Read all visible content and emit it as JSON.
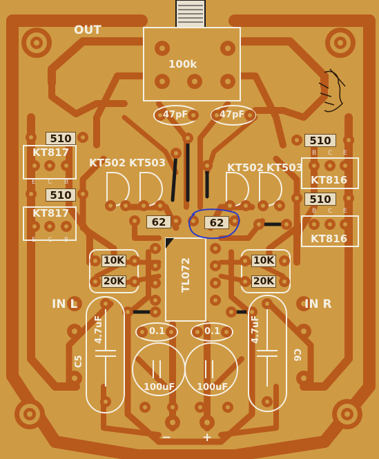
{
  "board": {
    "out_label": "OUT",
    "pot_label": "100k",
    "cap_top_left": "47pF",
    "cap_top_right": "47pF",
    "res_510_1": "510",
    "res_510_2": "510",
    "res_510_3": "510",
    "res_510_4": "510",
    "tr_left_top": "KT817",
    "tr_left_bottom": "KT817",
    "tr_right_top": "KT816",
    "tr_right_bottom": "KT816",
    "pins_ecb": [
      "E",
      "C",
      "B"
    ],
    "pins_bce": [
      "B",
      "C",
      "E"
    ],
    "kt502_left": "KT502",
    "kt503_left": "KT503",
    "kt502_right": "KT502",
    "kt503_right": "KT503",
    "res_62_left": "62",
    "res_62_right": "62",
    "chip": "TL072",
    "res_10k_left": "10K",
    "res_20k_left": "20K",
    "res_10k_right": "10K",
    "res_20k_right": "20K",
    "in_left": "IN L",
    "in_right": "IN R",
    "cap_47uf_left": "4.7uF",
    "cap_47uf_right": "4.7uF",
    "c5": "C5",
    "c6": "C6",
    "cap_01_left": "0.1",
    "cap_01_right": "0.1",
    "cap_100uf_left": "100uF",
    "cap_100uf_right": "100uF",
    "minus": "−",
    "plus": "+"
  },
  "colors": {
    "board": "#cf9a44",
    "copper": "#b85a1c",
    "silk": "#f4f0e4",
    "annotation_circle": "#2a3ac8"
  }
}
